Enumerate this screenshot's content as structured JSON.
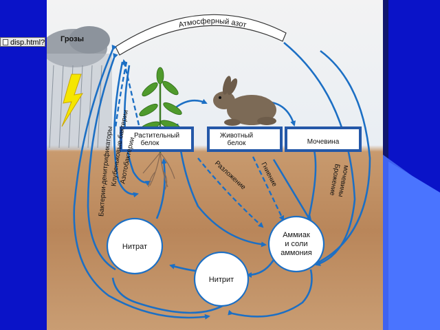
{
  "browser": {
    "tab_label": "disp.html?"
  },
  "diagram": {
    "storm_label": "Грозы",
    "atmosphere_label": "Атмосферный азот",
    "boxes": {
      "plant_protein": [
        "Растительный",
        "белок"
      ],
      "animal_protein": [
        "Животный",
        "белок"
      ],
      "urea": "Мочевина"
    },
    "process_labels": {
      "denitrifying": "Бактерии-денитрификаторы",
      "nodule": "Клубеньковые бактерии",
      "azotobacter": "Азотобактерии",
      "decomposition": "Разложение",
      "putrefaction": "Гниение",
      "fermentation": [
        "Брожение",
        "мочевины"
      ]
    },
    "circles": {
      "nitrate": "Нитрат",
      "nitrite": "Нитрит",
      "ammonia": [
        "Аммиак",
        "и соли",
        "аммония"
      ]
    }
  },
  "colors": {
    "accent_blue": "#0a13c8",
    "arrow_blue": "#1c6fc4",
    "box_blue": "#2458a8"
  }
}
